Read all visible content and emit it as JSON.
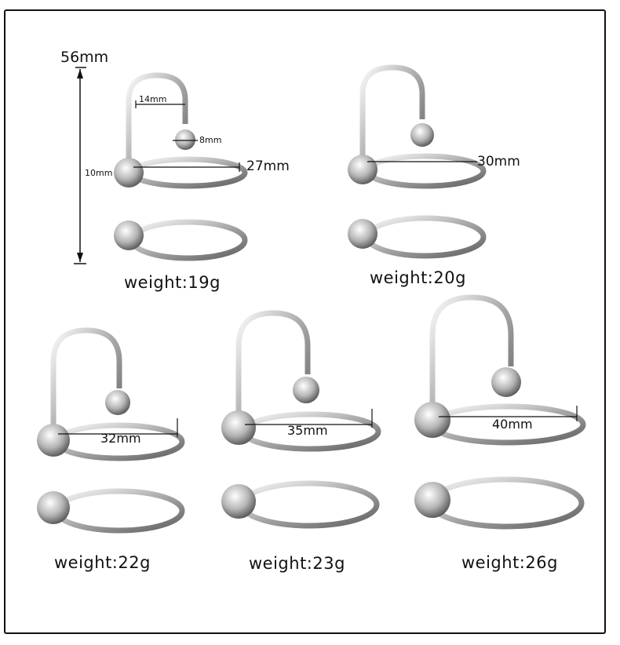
{
  "items": [
    {
      "size": "27mm",
      "weight": "weight:19g"
    },
    {
      "size": "30mm",
      "weight": "weight:20g"
    },
    {
      "size": "32mm",
      "weight": "weight:22g"
    },
    {
      "size": "35mm",
      "weight": "weight:23g"
    },
    {
      "size": "40mm",
      "weight": "weight:26g"
    }
  ],
  "annotations": {
    "height": "56mm",
    "hook_width": "14mm",
    "ball_small": "8mm",
    "ball_large": "10mm"
  },
  "colors": {
    "metal_light": "#f2f2f2",
    "metal_mid": "#b9b9b9",
    "metal_dark": "#6a6a6a",
    "border": "#111111"
  }
}
